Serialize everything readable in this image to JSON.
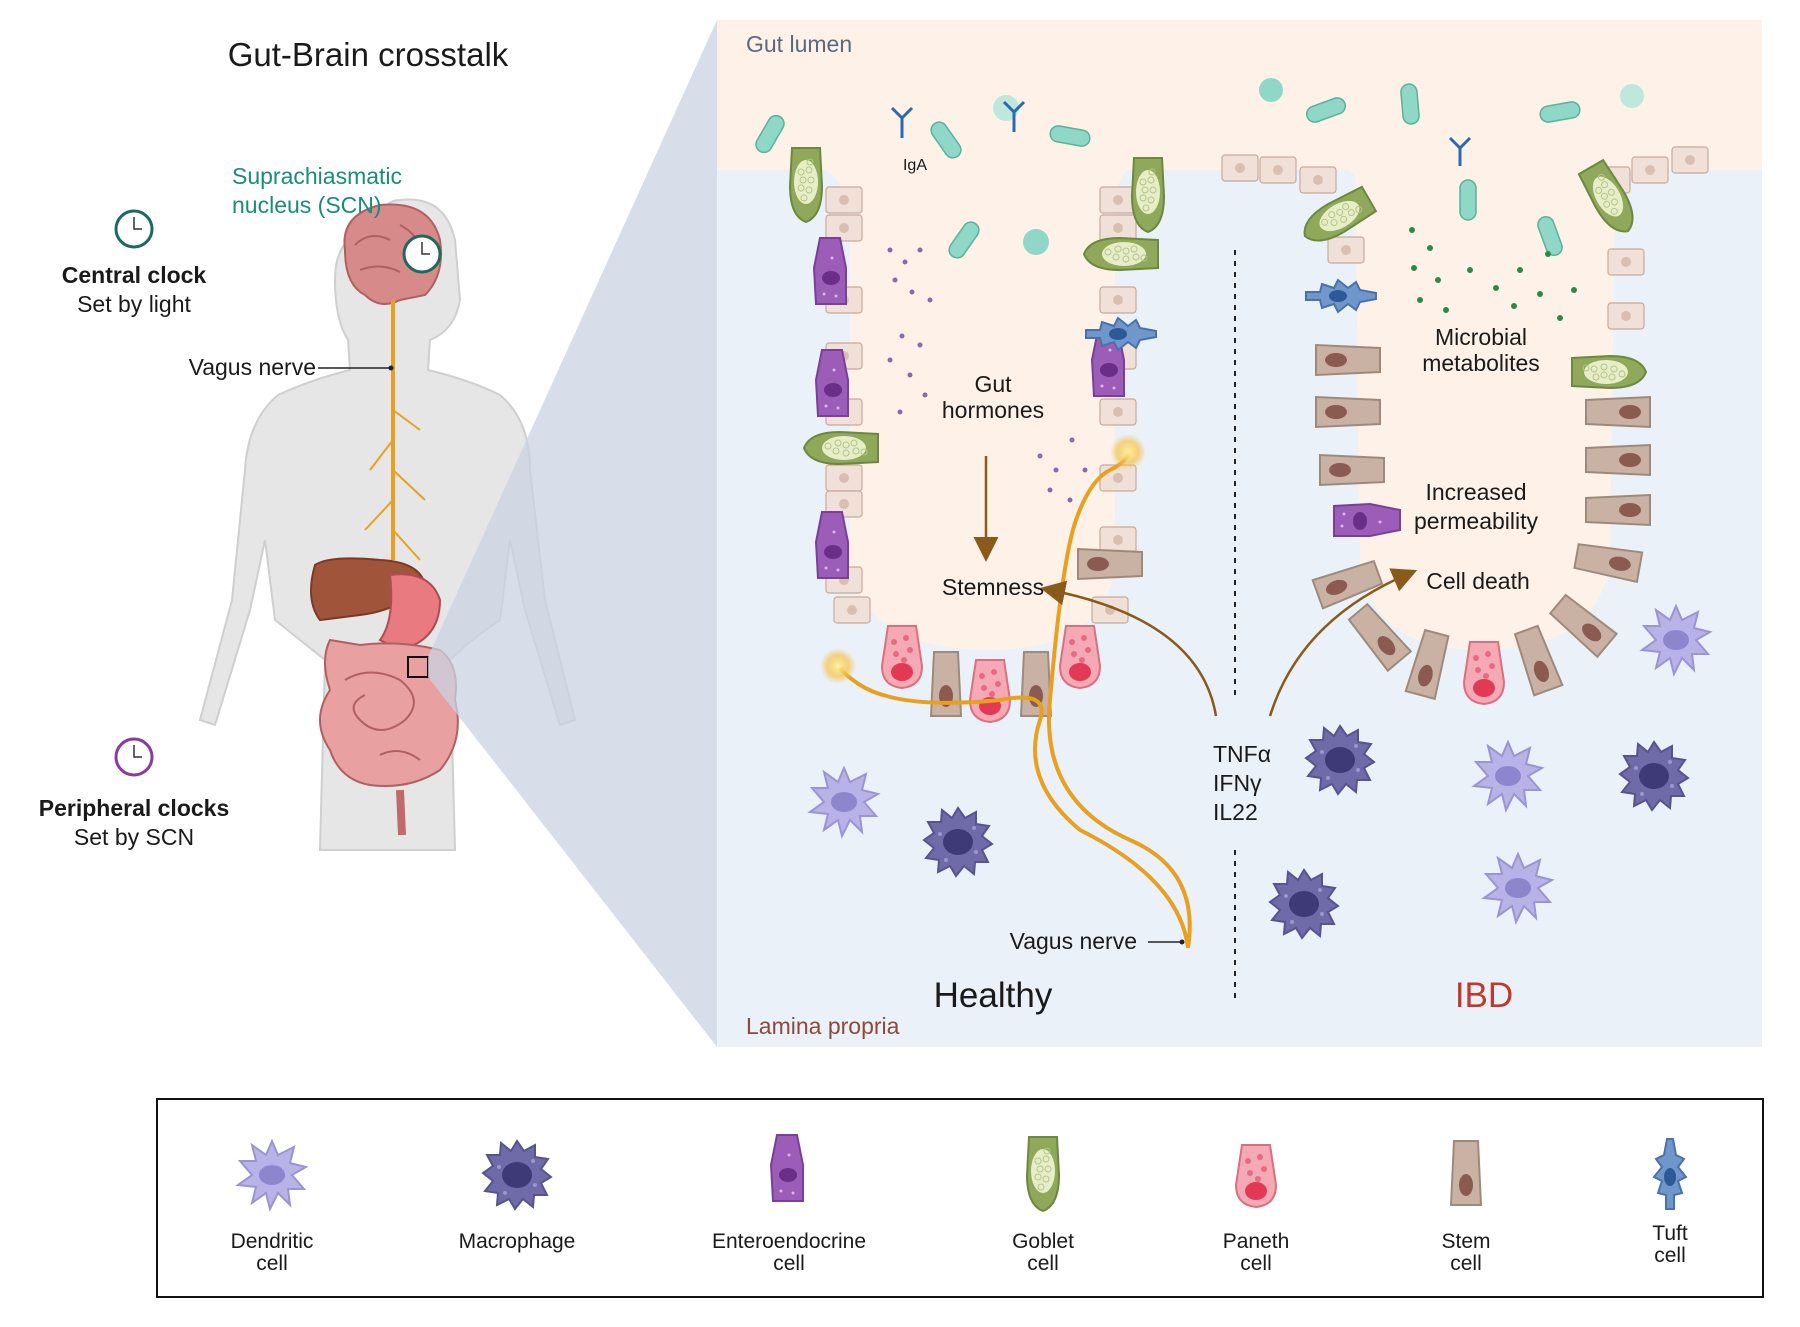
{
  "title": "Gut-Brain crosstalk",
  "body_panel": {
    "scn_label_line1": "Suprachiasmatic",
    "scn_label_line2": "nucleus (SCN)",
    "central_clock_title": "Central clock",
    "central_clock_sub": "Set by light",
    "vagus_label": "Vagus nerve",
    "peripheral_clock_title": "Peripheral clocks",
    "peripheral_clock_sub": "Set by SCN"
  },
  "gut_panel": {
    "lumen_label": "Gut lumen",
    "lamina_label": "Lamina propria",
    "iga_label": "IgA",
    "gut_hormones_line1": "Gut",
    "gut_hormones_line2": "hormones",
    "stemness_label": "Stemness",
    "microbial_line1": "Microbial",
    "microbial_line2": "metabolites",
    "permeability_line1": "Increased",
    "permeability_line2": "permeability",
    "cell_death_label": "Cell death",
    "cytokines": [
      "TNFα",
      "IFNγ",
      "IL22"
    ],
    "vagus_label": "Vagus nerve",
    "healthy_label": "Healthy",
    "ibd_label": "IBD"
  },
  "legend": [
    {
      "line1": "Dendritic",
      "line2": "cell",
      "icon": "dendritic-cell-icon"
    },
    {
      "line1": "Macrophage",
      "line2": "",
      "icon": "macrophage-icon"
    },
    {
      "line1": "Enteroendocrine",
      "line2": "cell",
      "icon": "enteroendocrine-cell-icon"
    },
    {
      "line1": "Goblet",
      "line2": "cell",
      "icon": "goblet-cell-icon"
    },
    {
      "line1": "Paneth",
      "line2": "cell",
      "icon": "paneth-cell-icon"
    },
    {
      "line1": "Stem",
      "line2": "cell",
      "icon": "stem-cell-icon"
    },
    {
      "line1": "Tuft",
      "line2": "cell",
      "icon": "tuft-cell-icon"
    }
  ],
  "colors": {
    "scn_teal": "#1a8c7a",
    "ibd_red": "#c0392b",
    "nerve_orange": "#e8a020",
    "lumen_bg": "#fdf1e8",
    "lamina_bg": "#eaf1f9",
    "arrow_brown": "#8a5a1a",
    "lamina_text": "#8b4a3a",
    "lumen_text": "#5a6a7a",
    "peripheral_purple": "#8a3aa0"
  }
}
